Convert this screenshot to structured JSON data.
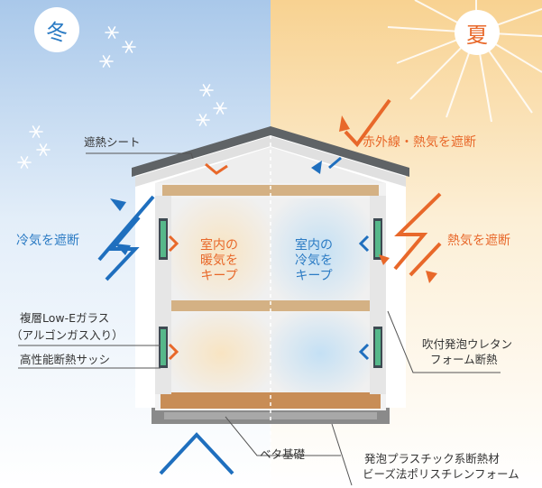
{
  "seasons": {
    "winter": "冬",
    "summer": "夏"
  },
  "colors": {
    "winter_accent": "#1f6fbe",
    "summer_accent": "#e8682a",
    "warm_room": "#f5dbb0",
    "cool_room": "#b9d8f0"
  },
  "labels": {
    "roof_sheet": "遮熱シート",
    "infrared": "赤外線・熱気を遮断",
    "cold_block": "冷気を遮断",
    "heat_block": "熱気を遮断",
    "glass_line1": "複層Low-Eガラス",
    "glass_line2": "（アルゴンガス入り）",
    "sash": "高性能断熱サッシ",
    "foam_line1": "吹付発泡ウレタン",
    "foam_line2": "フォーム断熱",
    "foundation": "ベタ基礎",
    "eps_line1": "発泡プラスチック系断熱材",
    "eps_line2": "ビーズ法ポリスチレンフォーム"
  },
  "rooms": {
    "warm": [
      "室内の",
      "暖気を",
      "キープ"
    ],
    "cool": [
      "室内の",
      "冷気を",
      "キープ"
    ]
  },
  "icons": [
    "snowflake-icon",
    "sun-icon",
    "arrow-icon"
  ]
}
